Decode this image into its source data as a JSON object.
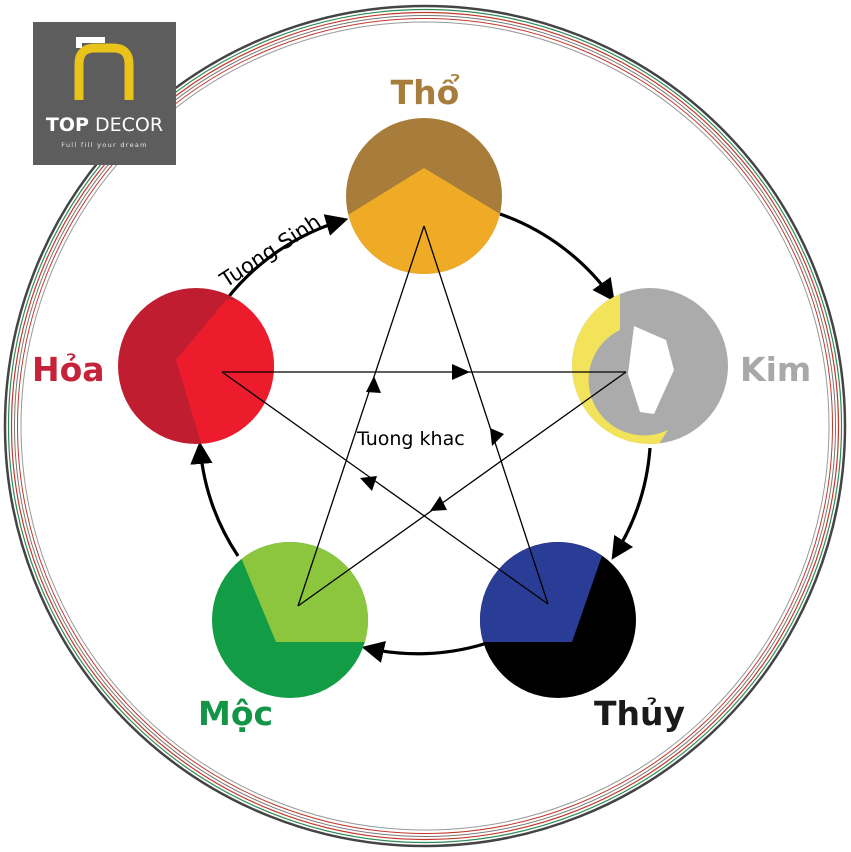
{
  "logo": {
    "brand_bold": "TOP",
    "brand_light": "DECOR",
    "tagline": "Full fill your dream",
    "icon": "n-arch-icon"
  },
  "elements": {
    "tho": {
      "label": "Thổ",
      "color": "#a87d3c",
      "accent": "#efab26",
      "label_color": "#a87d3c"
    },
    "kim": {
      "label": "Kim",
      "color": "#ababab",
      "accent": "#f2e35a",
      "label_color": "#a8a8a8"
    },
    "thuy": {
      "label": "Thủy",
      "color": "#000000",
      "accent": "#2a3d96",
      "label_color": "#1a1a1a"
    },
    "moc": {
      "label": "Mộc",
      "color": "#129c45",
      "accent": "#8cc63f",
      "label_color": "#139447"
    },
    "hoa": {
      "label": "Hỏa",
      "color": "#c01e30",
      "accent": "#ec1c2d",
      "label_color": "#c5233a"
    }
  },
  "cycle_labels": {
    "generating": "Tuong Sinh",
    "controlling": "Tuong khac"
  },
  "colors": {
    "ring_outer": "#3d3d3d",
    "ring_red": "#c0392b",
    "ring_green": "#2e8b57",
    "arrow": "#000000"
  }
}
